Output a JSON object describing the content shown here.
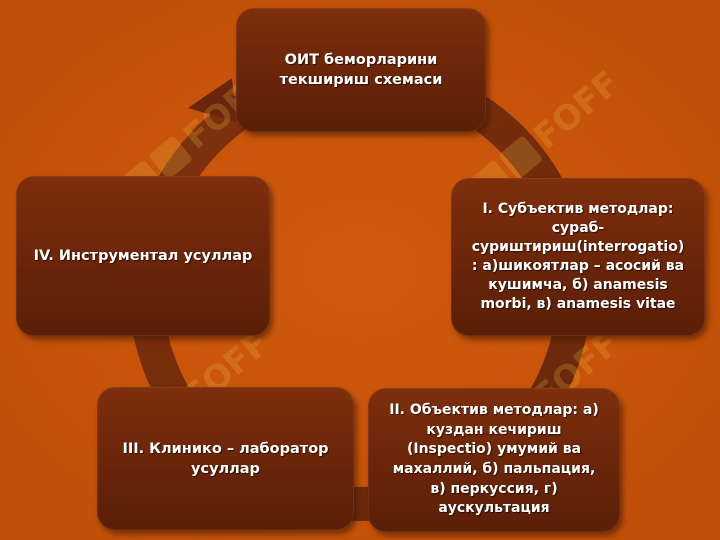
{
  "diagram": {
    "type": "cycle",
    "colors": {
      "background": "#c8560c",
      "box_fill": "#6a250a",
      "arrow": "#6d2a0c",
      "text": "#ffffff"
    },
    "watermark_text": "FOFF",
    "nodes": [
      {
        "id": "top",
        "lines": [
          "ОИТ беморларини",
          "текшириш схемаси"
        ]
      },
      {
        "id": "right",
        "lines": [
          "I. Субъектив методлар:",
          "сураб-",
          "суриштириш(interrogatio)",
          ": а)шикоятлар – асосий ва",
          "кушимча, б) anamesis",
          "morbi, в) anamesis vitae"
        ]
      },
      {
        "id": "bottom-right",
        "lines": [
          "II. Объектив методлар: а)",
          "куздан кечириш",
          "(Inspectio) умумий ва",
          "махаллий, б) пальпация,",
          "в) перкуссия, г)",
          "аускультация"
        ]
      },
      {
        "id": "bottom-left",
        "lines": [
          "III. Клинико – лаборатор",
          "усуллар"
        ]
      },
      {
        "id": "left",
        "lines": [
          "IV. Инструментал усуллар"
        ]
      }
    ]
  }
}
